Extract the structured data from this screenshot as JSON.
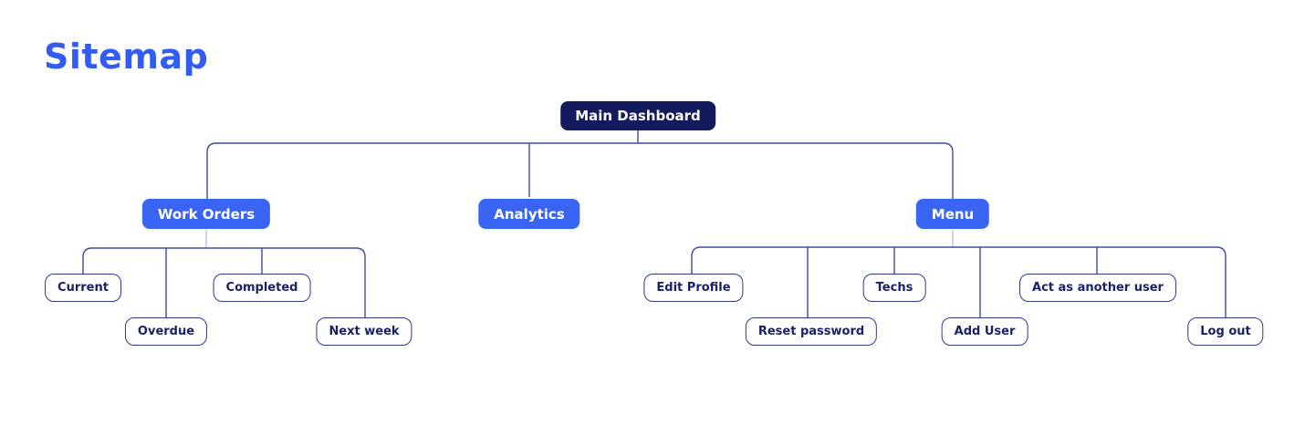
{
  "page": {
    "title": "Sitemap"
  },
  "colors": {
    "title_blue": "#335df2",
    "branch_fill": "#3964f4",
    "root_fill": "#131b5e",
    "leaf_border": "#2e3a8c",
    "leaf_text": "#1b2166",
    "connector": "#3e4b9e"
  },
  "sitemap": {
    "root": {
      "label": "Main Dashboard"
    },
    "branches": [
      {
        "label": "Work Orders",
        "children": [
          {
            "label": "Current"
          },
          {
            "label": "Overdue"
          },
          {
            "label": "Completed"
          },
          {
            "label": "Next week"
          }
        ]
      },
      {
        "label": "Analytics",
        "children": []
      },
      {
        "label": "Menu",
        "children": [
          {
            "label": "Edit Profile"
          },
          {
            "label": "Reset password"
          },
          {
            "label": "Techs"
          },
          {
            "label": "Add User"
          },
          {
            "label": "Act as another user"
          },
          {
            "label": "Log out"
          }
        ]
      }
    ]
  }
}
